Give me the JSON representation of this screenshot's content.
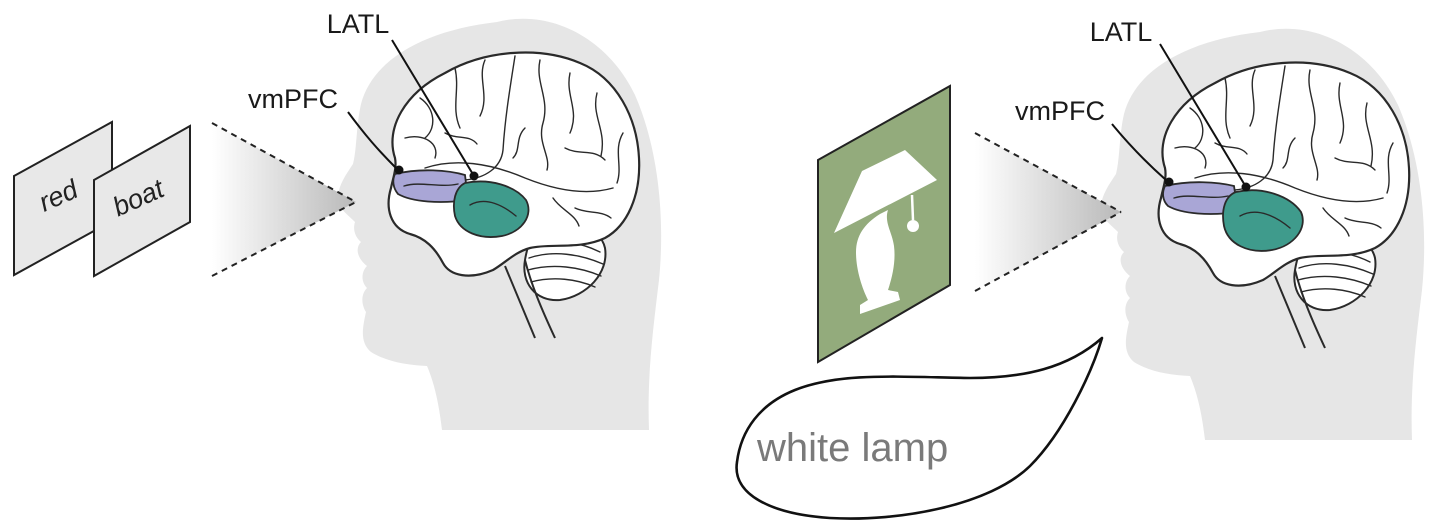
{
  "left_panel": {
    "stimulus_words": [
      "red",
      "boat"
    ],
    "labels": {
      "latl": "LATL",
      "vmpfc": "vmPFC"
    }
  },
  "right_panel": {
    "labels": {
      "latl": "LATL",
      "vmpfc": "vmPFC"
    },
    "stimulus_picture": "lamp-picture",
    "speech": "white lamp"
  },
  "colors": {
    "head": "#e6e6e6",
    "vmpfc_region": "#a9a6d6",
    "latl_region": "#3f9b8c",
    "picture_card": "#93ab7c",
    "word_card": "#e8e8e8"
  }
}
